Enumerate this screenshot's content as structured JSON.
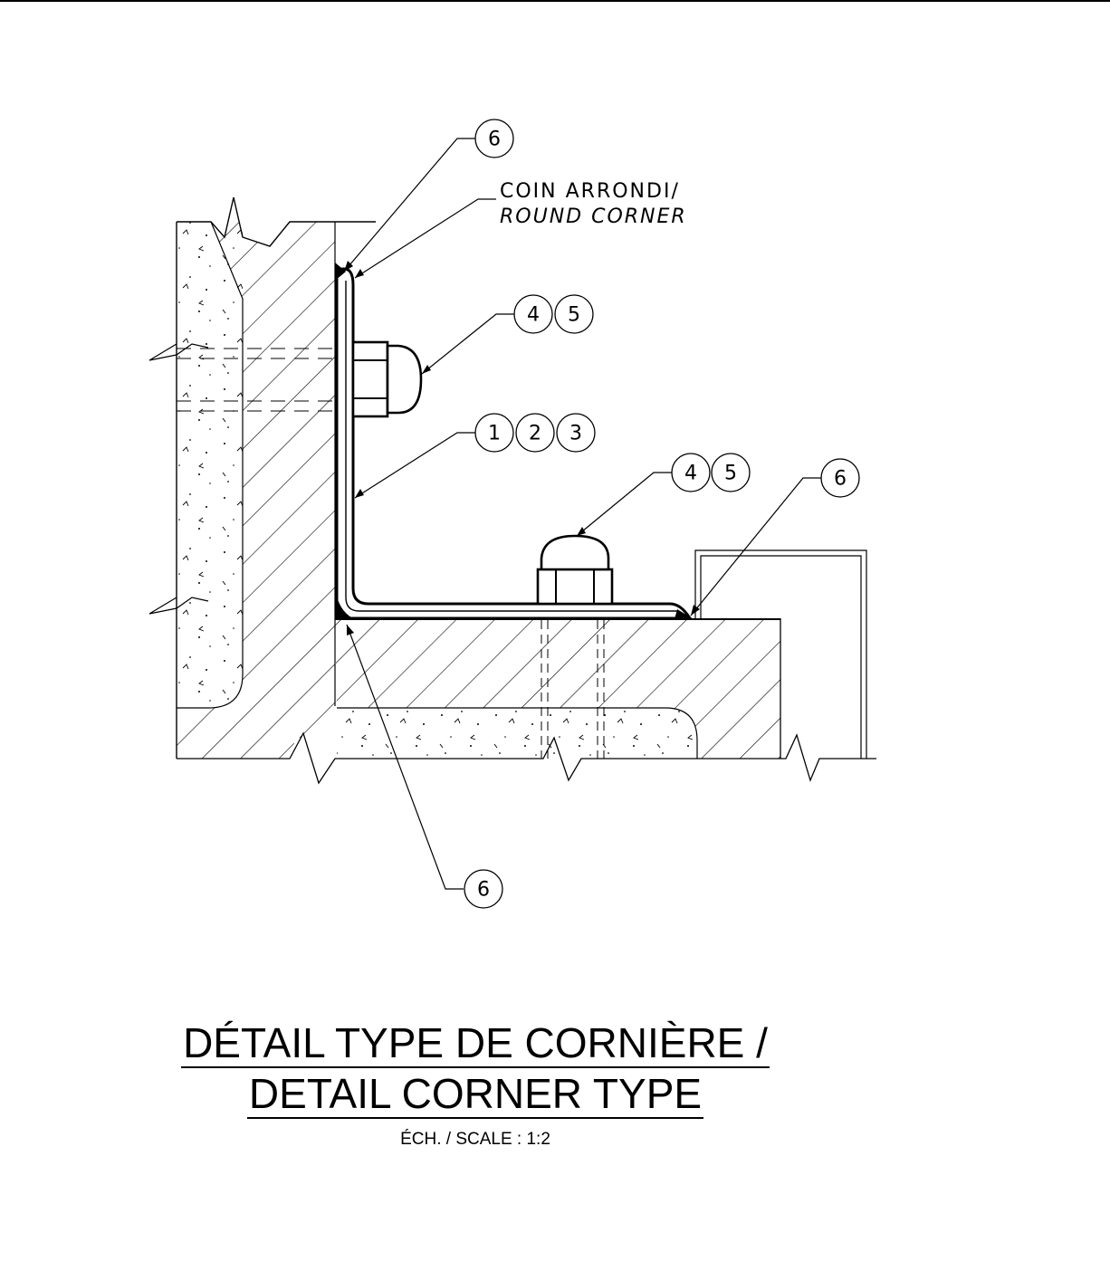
{
  "drawing": {
    "note": {
      "line1": "COIN ARRONDI/",
      "line2": "ROUND CORNER"
    },
    "callouts": {
      "top": [
        "6"
      ],
      "nut_vertical": [
        "4",
        "5"
      ],
      "angle": [
        "1",
        "2",
        "3"
      ],
      "nut_horizontal": [
        "4",
        "5"
      ],
      "right": [
        "6"
      ],
      "bottom": [
        "6"
      ]
    }
  },
  "title": {
    "line1": "DÉTAIL TYPE DE CORNIÈRE /",
    "line2": "DETAIL CORNER TYPE",
    "scale": "ÉCH. / SCALE : 1:2"
  },
  "colors": {
    "ink": "#000000",
    "paper": "#ffffff"
  }
}
